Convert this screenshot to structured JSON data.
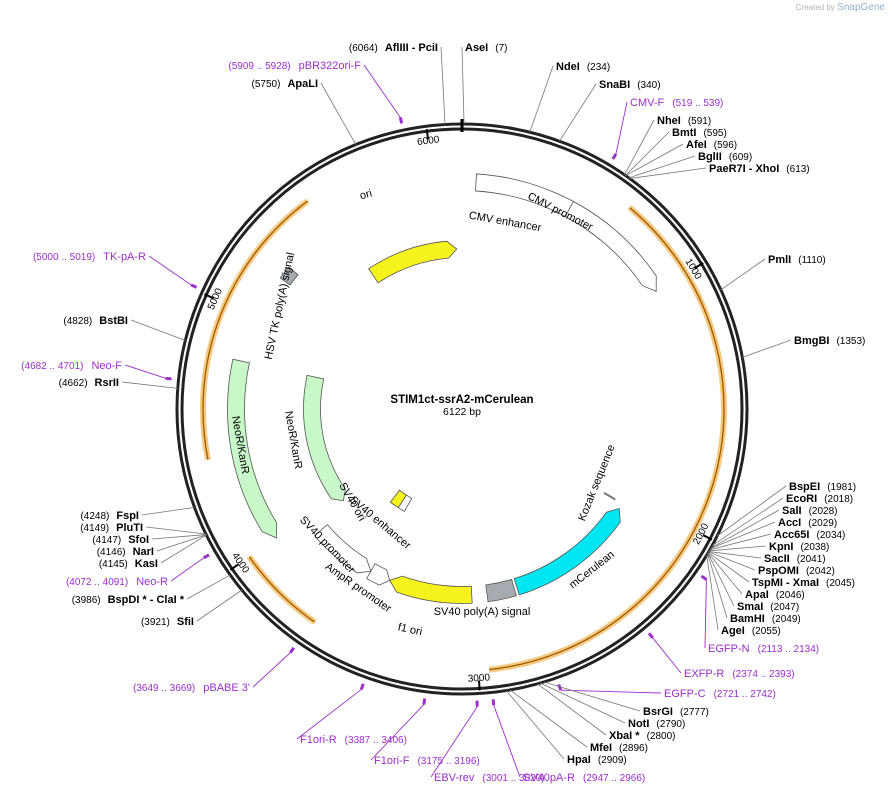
{
  "watermark": {
    "prefix": "Created by",
    "brand": "SnapGene"
  },
  "plasmid": {
    "name": "STIM1ct-ssrA2-mCerulean",
    "size_label": "6122 bp",
    "length": 6122
  },
  "tick_labels": [
    "1000",
    "2000",
    "3000",
    "4000",
    "5000",
    "6000"
  ],
  "features": [
    {
      "label": "CMV enhancer",
      "color": "#ffffff"
    },
    {
      "label": "CMV promoter",
      "color": "#ffffff"
    },
    {
      "label": "Kozak sequence",
      "color": "#777777"
    },
    {
      "label": "mCerulean",
      "color": "#00e5f2"
    },
    {
      "label": "SV40 poly(A) signal",
      "color": "#a6abb1"
    },
    {
      "label": "f1 ori",
      "color": "#f5f21d"
    },
    {
      "label": "AmpR promoter",
      "color": "#ffffff"
    },
    {
      "label": "SV40 promoter",
      "color": "#ffffff"
    },
    {
      "label": "SV40 enhancer",
      "color": "#ffffff"
    },
    {
      "label": "SV40 ori",
      "color": "#f5f21d"
    },
    {
      "label": "NeoR/KanR",
      "color": "#c8f7c8"
    },
    {
      "label": "NeoR/KanR",
      "color": "#c8f7c8"
    },
    {
      "label": "HSV TK poly(A) signal",
      "color": "#a6abb1"
    },
    {
      "label": "ori",
      "color": "#f5f21d"
    }
  ],
  "sites": [
    {
      "name": "AseI",
      "pos": "(7)"
    },
    {
      "name": "NdeI",
      "pos": "(234)"
    },
    {
      "name": "SnaBI",
      "pos": "(340)"
    },
    {
      "name": "NheI",
      "pos": "(591)"
    },
    {
      "name": "BmtI",
      "pos": "(595)"
    },
    {
      "name": "AfeI",
      "pos": "(596)"
    },
    {
      "name": "BglII",
      "pos": "(609)"
    },
    {
      "name": "PaeR7I   - XhoI",
      "pos": "(613)"
    },
    {
      "name": "PmlI",
      "pos": "(1110)"
    },
    {
      "name": "BmgBI",
      "pos": "(1353)"
    },
    {
      "name": "BspEI",
      "pos": "(1981)"
    },
    {
      "name": "EcoRI",
      "pos": "(2018)"
    },
    {
      "name": "SalI",
      "pos": "(2028)"
    },
    {
      "name": "AccI",
      "pos": "(2029)"
    },
    {
      "name": "Acc65I",
      "pos": "(2034)"
    },
    {
      "name": "KpnI",
      "pos": "(2038)"
    },
    {
      "name": "SacII",
      "pos": "(2041)"
    },
    {
      "name": "PspOMI",
      "pos": "(2042)"
    },
    {
      "name": "TspMI   - XmaI",
      "pos": "(2045)"
    },
    {
      "name": "ApaI",
      "pos": "(2046)"
    },
    {
      "name": "SmaI",
      "pos": "(2047)"
    },
    {
      "name": "BamHI",
      "pos": "(2049)"
    },
    {
      "name": "AgeI",
      "pos": "(2055)"
    },
    {
      "name": "BsrGI",
      "pos": "(2777)"
    },
    {
      "name": "NotI",
      "pos": "(2790)"
    },
    {
      "name": "XbaI *",
      "pos": "(2800)"
    },
    {
      "name": "MfeI",
      "pos": "(2896)"
    },
    {
      "name": "HpaI",
      "pos": "(2909)"
    },
    {
      "name": "SfiI",
      "pos": "(3921)"
    },
    {
      "name": "BspDI *  - ClaI *",
      "pos": "(3986)"
    },
    {
      "name": "KasI",
      "pos": "(4145)"
    },
    {
      "name": "NarI",
      "pos": "(4146)"
    },
    {
      "name": "SfoI",
      "pos": "(4147)"
    },
    {
      "name": "PluTI",
      "pos": "(4149)"
    },
    {
      "name": "FspI",
      "pos": "(4248)"
    },
    {
      "name": "RsrII",
      "pos": "(4662)"
    },
    {
      "name": "BstBI",
      "pos": "(4828)"
    },
    {
      "name": "ApaLI",
      "pos": "(5750)"
    },
    {
      "name": "AflIII   - PciI",
      "pos": "(6064)"
    }
  ],
  "primers": [
    {
      "name": "CMV-F",
      "range": "(519 .. 539)"
    },
    {
      "name": "EGFP-N",
      "range": "(2113 .. 2134)"
    },
    {
      "name": "EXFP-R",
      "range": "(2374 .. 2393)"
    },
    {
      "name": "EGFP-C",
      "range": "(2721 .. 2742)"
    },
    {
      "name": "SV40pA-R",
      "range": "(2947 .. 2966)"
    },
    {
      "name": "EBV-rev",
      "range": "(3001 .. 3020)"
    },
    {
      "name": "F1ori-F",
      "range": "(3175 .. 3196)"
    },
    {
      "name": "F1ori-R",
      "range": "(3387 .. 3406)"
    },
    {
      "name": "pBABE 3'",
      "range": "(3649 .. 3669)"
    },
    {
      "name": "Neo-R",
      "range": "(4072 .. 4091)"
    },
    {
      "name": "Neo-F",
      "range": "(4682 .. 4701)"
    },
    {
      "name": "TK-pA-R",
      "range": "(5000 .. 5019)"
    },
    {
      "name": "pBR322ori-F",
      "range": "(5909 .. 5928)"
    }
  ]
}
